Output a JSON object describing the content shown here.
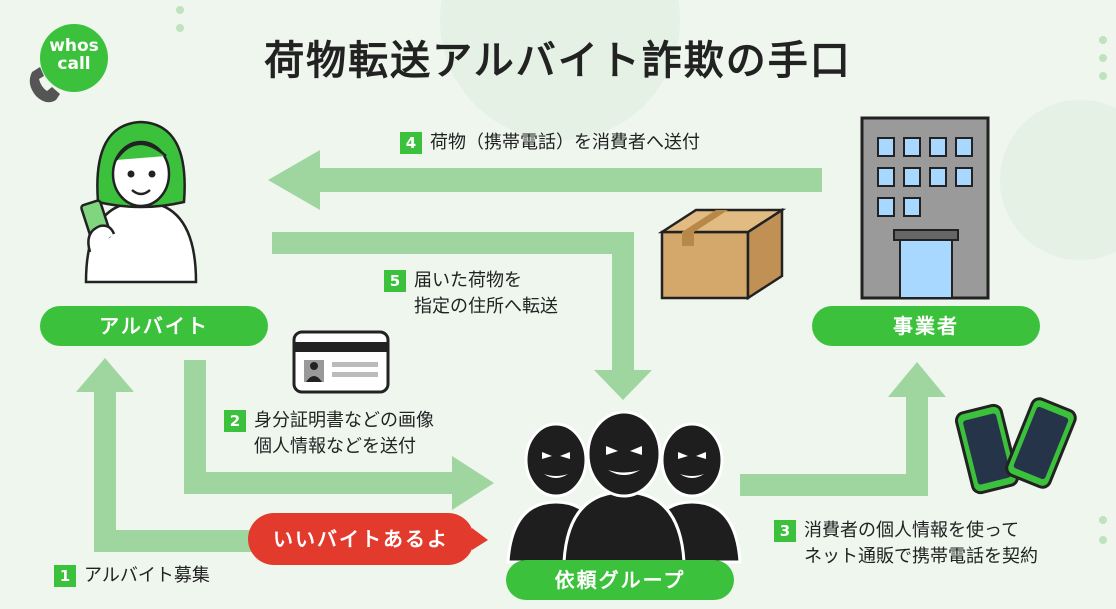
{
  "brand": {
    "line1": "whos",
    "line2": "call"
  },
  "title": "荷物転送アルバイト詐欺の手口",
  "actors": {
    "part_timer": "アルバイト",
    "business": "事業者",
    "group": "依頼グループ"
  },
  "steps": [
    {
      "num": "1",
      "lines": [
        "アルバイト募集"
      ]
    },
    {
      "num": "2",
      "lines": [
        "身分証明書などの画像",
        "個人情報などを送付"
      ]
    },
    {
      "num": "3",
      "lines": [
        "消費者の個人情報を使って",
        "ネット通販で携帯電話を契約"
      ]
    },
    {
      "num": "4",
      "lines": [
        "荷物（携帯電話）を消費者へ送付"
      ]
    },
    {
      "num": "5",
      "lines": [
        "届いた荷物を",
        "指定の住所へ転送"
      ]
    }
  ],
  "bubble": "いいバイトあるよ",
  "colors": {
    "accent": "#3cc13c",
    "arrow": "#9fd69f",
    "alert": "#e23b2e",
    "dark": "#1e1e1e"
  }
}
